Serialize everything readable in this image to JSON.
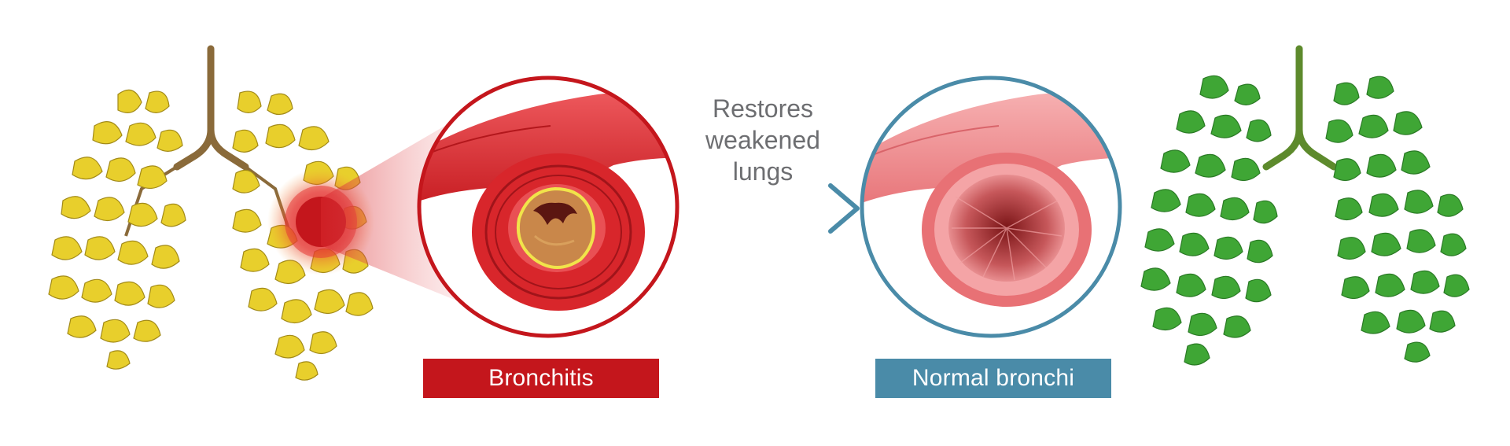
{
  "diagram": {
    "caption_lines": [
      "Restores",
      "weakened",
      "lungs"
    ],
    "left_label": "Bronchitis",
    "right_label": "Normal bronchi"
  },
  "colors": {
    "bronchitis_red": "#c4161c",
    "normal_blue": "#4a8ba8",
    "caption_gray": "#6d6e71",
    "tissue_red": "#e8474b",
    "tissue_pink": "#f08b8d",
    "diseased_leaf": "#e8cf2c",
    "healthy_leaf": "#3fa635"
  },
  "icons": {
    "left": "diseased-lungs-icon",
    "right": "healthy-lungs-icon",
    "arrow": "arrow-right-icon"
  }
}
